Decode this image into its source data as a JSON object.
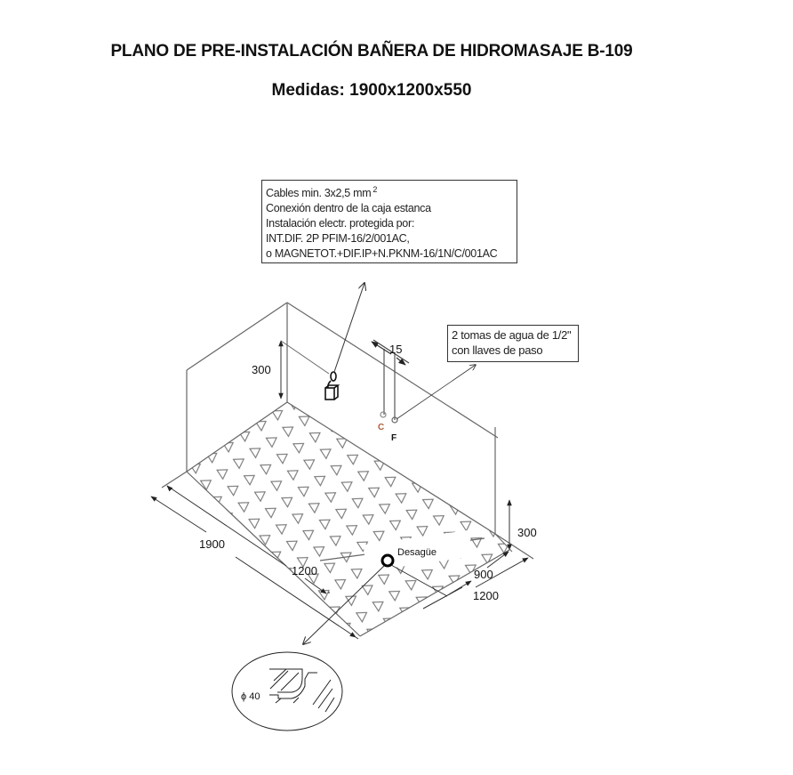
{
  "header": {
    "title": "PLANO DE PRE-INSTALACIÓN BAÑERA DE HIDROMASAJE B-109",
    "subtitle": "Medidas: 1900x1200x550"
  },
  "notes": {
    "electrical": {
      "lines": [
        "Cables min. 3x2,5 mm",
        "Conexión dentro de la caja estanca",
        "Instalación electr. protegida por:",
        "INT.DIF. 2P PFIM-16/2/001AC,",
        "o MAGNETOT.+DIF.IP+N.PKNM-16/1N/C/001AC"
      ],
      "superscript": "2"
    },
    "water": {
      "lines": [
        "2 tomas de agua de 1/2\"",
        "con llaves de paso"
      ]
    }
  },
  "dimensions": {
    "socket_height": "300",
    "tap_spacing": "15",
    "right_height": "300",
    "length_outer": "1900",
    "length_inner": "1200",
    "width_inner": "900",
    "width_outer": "1200"
  },
  "labels": {
    "hot": "C",
    "cold": "F",
    "drain": "Desagüe",
    "drain_diameter": "ϕ 40"
  },
  "colors": {
    "line": "#555555",
    "text": "#111111",
    "hot_label": "#b0603a",
    "cold_label": "#1a1a2e"
  }
}
